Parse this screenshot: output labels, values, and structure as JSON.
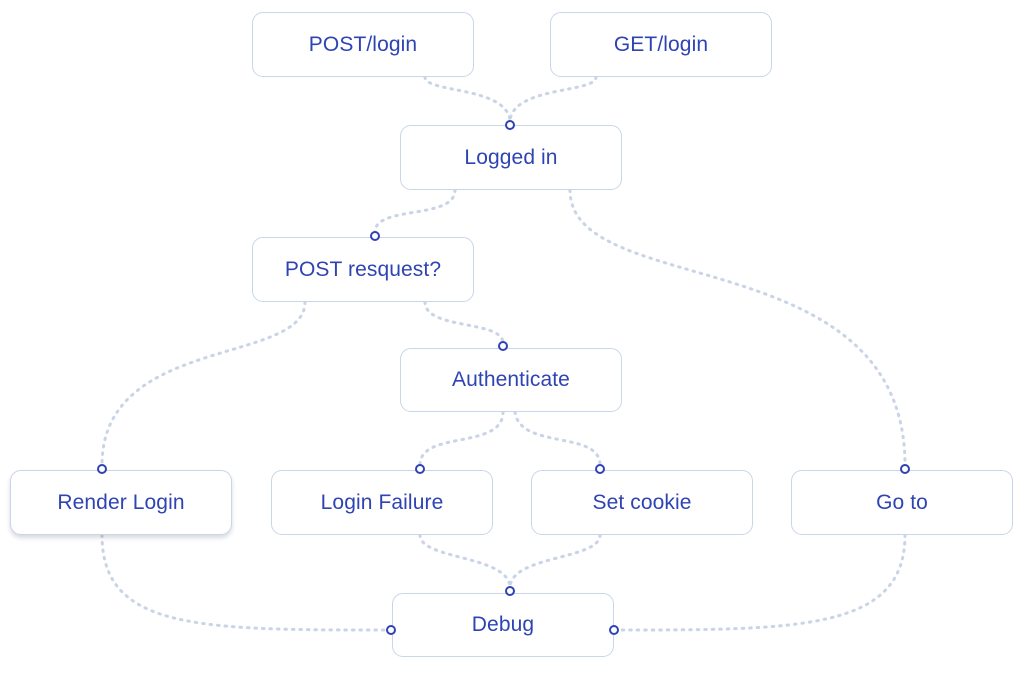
{
  "diagram": {
    "nodes": {
      "post_login": "POST/login",
      "get_login": "GET/login",
      "logged_in": "Logged in",
      "post_request": "POST resquest?",
      "authenticate": "Authenticate",
      "render_login": "Render Login",
      "login_failure": "Login Failure",
      "set_cookie": "Set cookie",
      "go_to": "Go to",
      "debug": "Debug"
    },
    "edges": [
      {
        "from": "POST/login",
        "to": "Logged in"
      },
      {
        "from": "GET/login",
        "to": "Logged in"
      },
      {
        "from": "Logged in",
        "to": "POST resquest?"
      },
      {
        "from": "Logged in",
        "to": "Go to"
      },
      {
        "from": "POST resquest?",
        "to": "Render Login"
      },
      {
        "from": "POST resquest?",
        "to": "Authenticate"
      },
      {
        "from": "Authenticate",
        "to": "Login Failure"
      },
      {
        "from": "Authenticate",
        "to": "Set cookie"
      },
      {
        "from": "Render Login",
        "to": "Debug"
      },
      {
        "from": "Login Failure",
        "to": "Debug"
      },
      {
        "from": "Set cookie",
        "to": "Debug"
      },
      {
        "from": "Go to",
        "to": "Debug"
      }
    ],
    "colors": {
      "node_text": "#2f44b3",
      "node_border": "#c9d6ea",
      "connector": "#c9d4e6",
      "port": "#2f44b3"
    }
  }
}
